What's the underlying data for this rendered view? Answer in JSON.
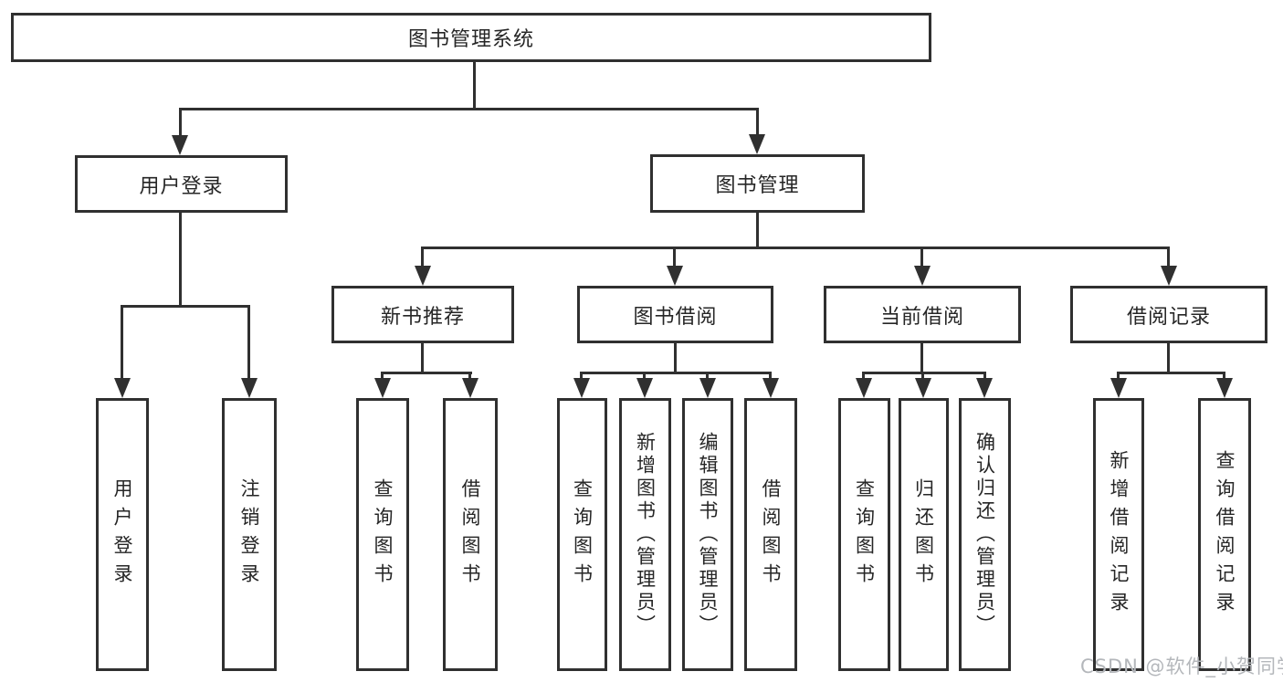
{
  "tree": {
    "root": {
      "label": "图书管理系统"
    },
    "user_login": {
      "label": "用户登录",
      "children": [
        {
          "label": "用户登录"
        },
        {
          "label": "注销登录"
        }
      ]
    },
    "book_mgmt": {
      "label": "图书管理",
      "groups": [
        {
          "label": "新书推荐",
          "children": [
            {
              "label": "查询图书"
            },
            {
              "label": "借阅图书"
            }
          ]
        },
        {
          "label": "图书借阅",
          "children": [
            {
              "label": "查询图书"
            },
            {
              "label": "新增图书（管理员）"
            },
            {
              "label": "编辑图书（管理员）"
            },
            {
              "label": "借阅图书"
            }
          ]
        },
        {
          "label": "当前借阅",
          "children": [
            {
              "label": "查询图书"
            },
            {
              "label": "归还图书"
            },
            {
              "label": "确认归还（管理员）"
            }
          ]
        },
        {
          "label": "借阅记录",
          "children": [
            {
              "label": "新增借阅记录"
            },
            {
              "label": "查询借阅记录"
            }
          ]
        }
      ]
    }
  },
  "watermark": {
    "text": "CSDN @软件_小贺同学"
  },
  "colors": {
    "line": "#303030",
    "text": "#262626",
    "background": "#ffffff",
    "watermark": "#b4b7bb"
  }
}
